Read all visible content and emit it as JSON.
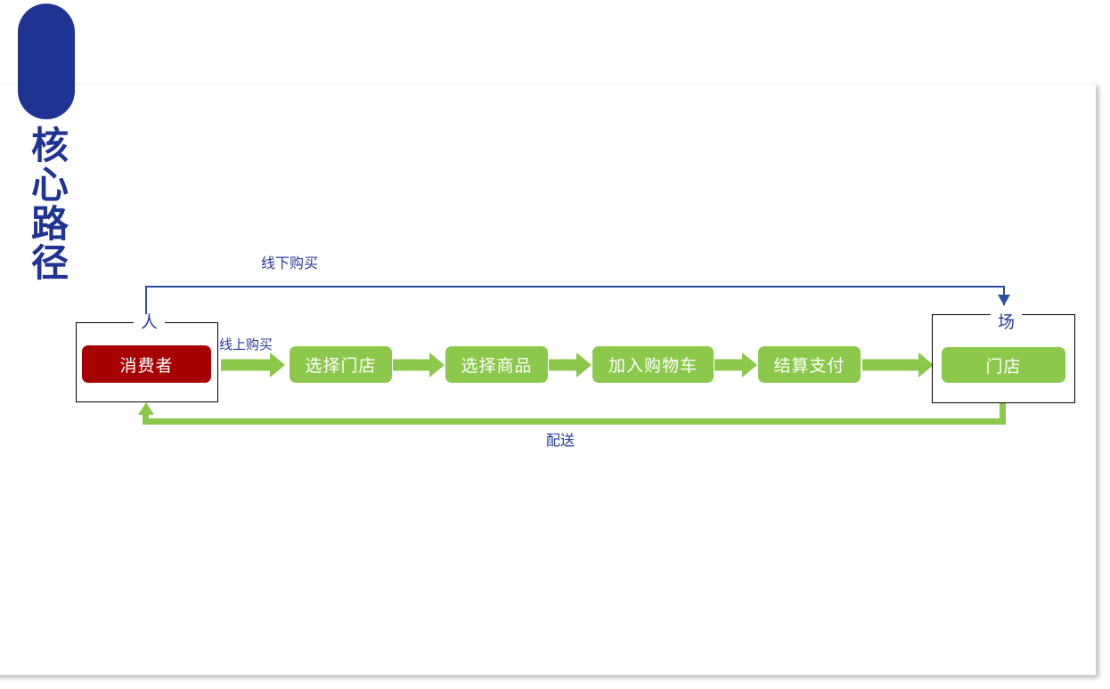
{
  "slide": {
    "title_vertical": "核\n心\n路\n径",
    "title_color": "#1F3393"
  },
  "diagram": {
    "groups": [
      {
        "id": "person",
        "label": "人"
      },
      {
        "id": "place",
        "label": "场"
      }
    ],
    "nodes": [
      {
        "id": "consumer",
        "label": "消费者",
        "color": "#A80000"
      },
      {
        "id": "pick-store",
        "label": "选择门店",
        "color": "#8CC84B"
      },
      {
        "id": "pick-goods",
        "label": "选择商品",
        "color": "#8CC84B"
      },
      {
        "id": "add-cart",
        "label": "加入购物车",
        "color": "#8CC84B"
      },
      {
        "id": "checkout",
        "label": "结算支付",
        "color": "#8CC84B"
      },
      {
        "id": "store",
        "label": "门店",
        "color": "#8CC84B"
      }
    ],
    "connectors": [
      {
        "id": "offline-purchase",
        "label": "线下购买",
        "color": "#2B4EA2"
      },
      {
        "id": "online-purchase",
        "label": "线上购买",
        "color": "#2B3C9B"
      },
      {
        "id": "delivery",
        "label": "配送",
        "color": "#2B3C9B"
      }
    ]
  }
}
